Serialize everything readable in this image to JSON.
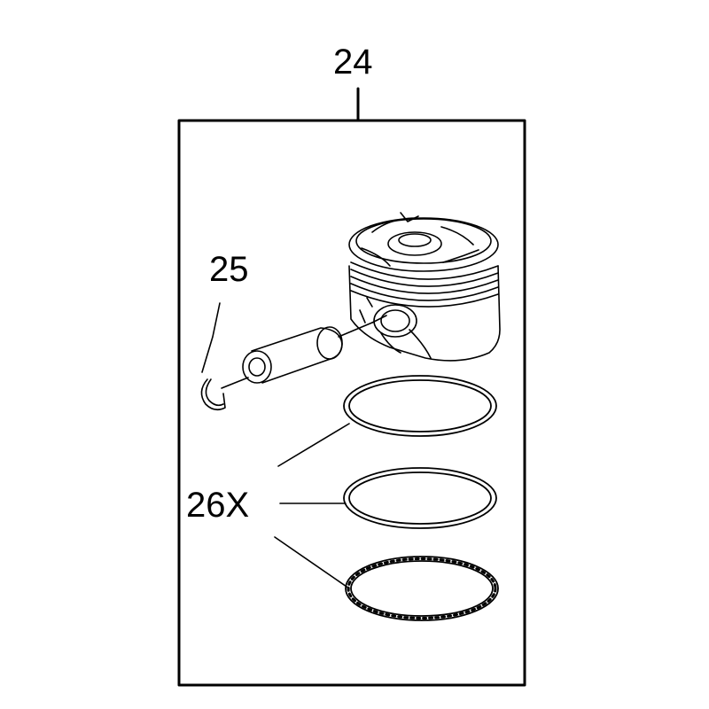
{
  "callouts": {
    "piston_assembly": "24",
    "retainer_clip": "25",
    "piston_rings": "26X"
  },
  "colors": {
    "line": "#000000",
    "background": "#ffffff"
  }
}
